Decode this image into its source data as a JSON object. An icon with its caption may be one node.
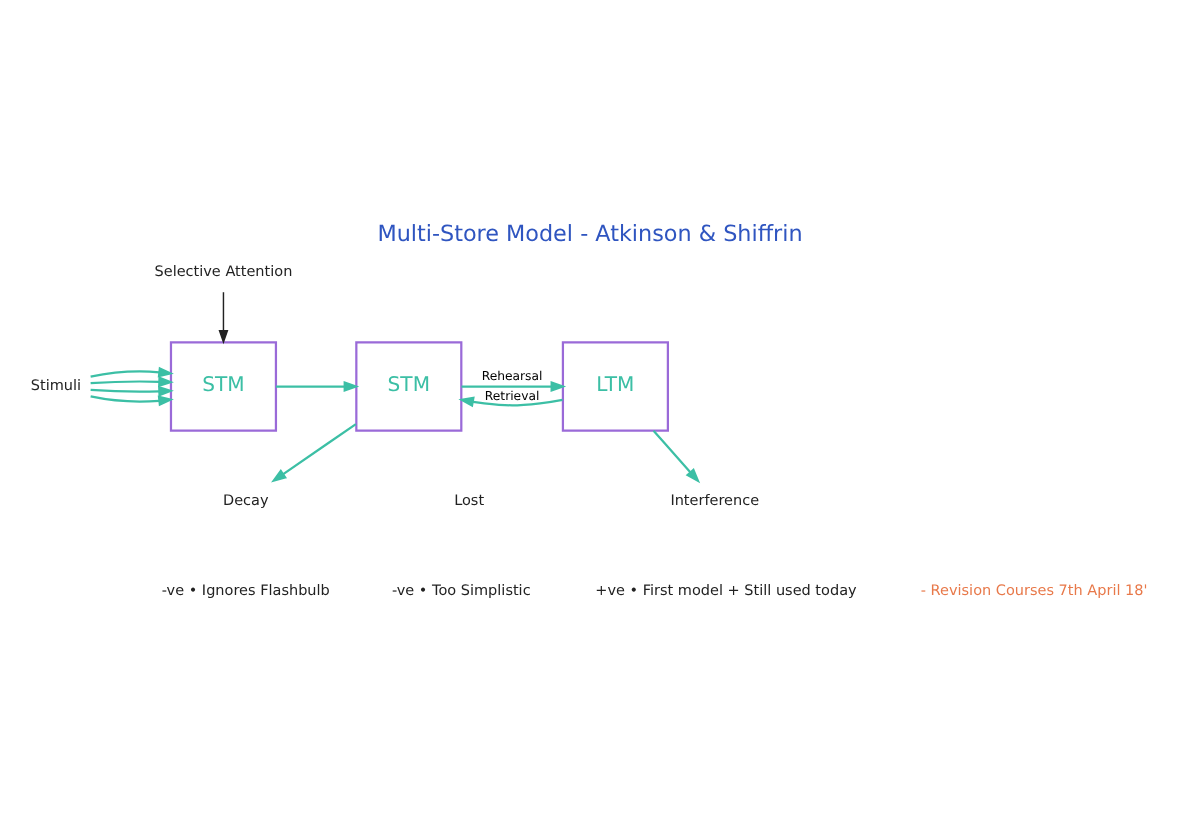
{
  "diagram": {
    "title": "Multi-Store Model - Atkinson & Shiffrin",
    "nodes": [
      {
        "text": [
          "Selective Attention"
        ]
      },
      {
        "text": [
          "Stimuli"
        ]
      },
      {
        "text": [
          "STM"
        ]
      },
      {
        "text": [
          "STM"
        ]
      },
      {
        "text": [
          "LTM"
        ]
      },
      {
        "text": [
          "Decay"
        ]
      },
      {
        "text": [
          "Interference"
        ]
      }
    ],
    "edges": [
      {
        "from": 0,
        "to": 2,
        "arrow": "to",
        "color": "#222222"
      },
      {
        "from": 1,
        "to": 2,
        "arrow": "to"
      },
      {
        "from": 1,
        "to": 2,
        "arrow": "to"
      },
      {
        "from": 1,
        "to": 2,
        "arrow": "to"
      },
      {
        "from": 1,
        "to": 2,
        "arrow": "to"
      },
      {
        "from": 2,
        "to": 3,
        "arrow": "to"
      },
      {
        "from": 3,
        "to": 4,
        "arrow": "to",
        "label": "Rehearsal"
      },
      {
        "from": 4,
        "to": 3,
        "arrow": "to",
        "label": "Retrieval"
      },
      {
        "from": 3,
        "to": 5,
        "arrow": "to"
      },
      {
        "from": 4,
        "to": 6,
        "arrow": "to"
      }
    ],
    "labels": [
      "Lost",
      "-ve • Ignores Flashbulb",
      "-ve • Too Simplistic",
      "+ve • First model + Still used today",
      "- Revision Courses 7th April 18'"
    ]
  }
}
